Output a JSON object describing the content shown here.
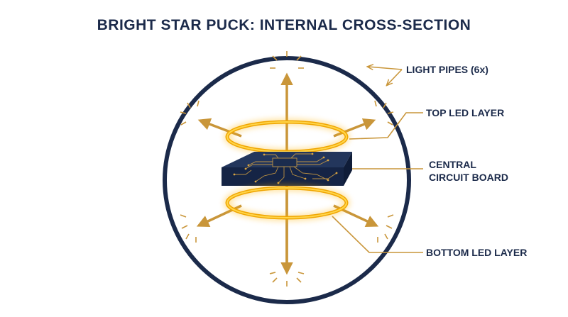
{
  "title": "BRIGHT STAR PUCK: INTERNAL CROSS-SECTION",
  "labels": {
    "light_pipes": "LIGHT PIPES (6x)",
    "top_led": "TOP LED LAYER",
    "central_line1": "CENTRAL",
    "central_line2": "CIRCUIT BOARD",
    "bottom_led": "BOTTOM LED LAYER"
  },
  "colors": {
    "navy": "#1b2a4a",
    "gold": "#c9963a",
    "glow": "#f5b800",
    "board": "#1a2b4c",
    "trace": "#d9a441"
  }
}
